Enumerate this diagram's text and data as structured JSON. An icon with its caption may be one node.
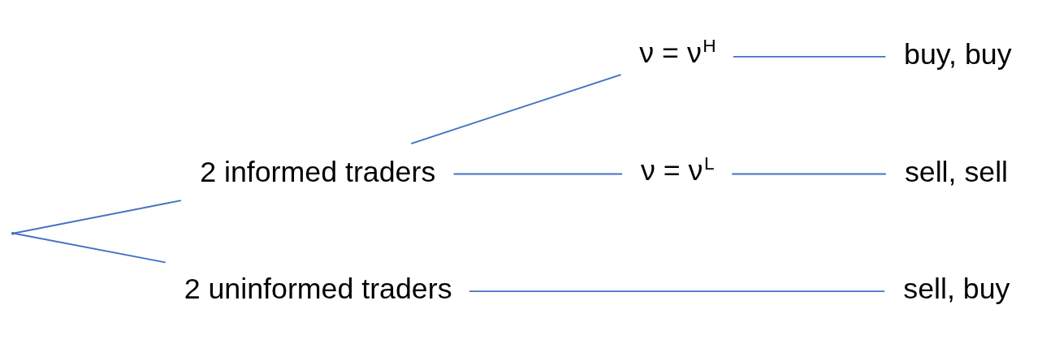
{
  "diagram": {
    "nodes": [
      {
        "text": [],
        "shape": "point"
      },
      {
        "text": [
          "2 informed traders"
        ]
      },
      {
        "text": [
          "ν = ν$^{H}$"
        ]
      },
      {
        "text": [
          "buy, buy"
        ]
      },
      {
        "text": [
          "ν = ν$^{L}$"
        ]
      },
      {
        "text": [
          "sell, sell"
        ]
      },
      {
        "text": [
          "2 uninformed traders"
        ]
      },
      {
        "text": [
          "sell, buy"
        ]
      }
    ],
    "edges": [
      {
        "from": 0,
        "to": 1,
        "arrow": "none"
      },
      {
        "from": 0,
        "to": 6,
        "arrow": "none"
      },
      {
        "from": 1,
        "to": 2,
        "arrow": "none"
      },
      {
        "from": 1,
        "to": 4,
        "arrow": "none"
      },
      {
        "from": 2,
        "to": 3,
        "arrow": "none"
      },
      {
        "from": 4,
        "to": 5,
        "arrow": "none"
      },
      {
        "from": 6,
        "to": 7,
        "arrow": "none"
      }
    ]
  }
}
